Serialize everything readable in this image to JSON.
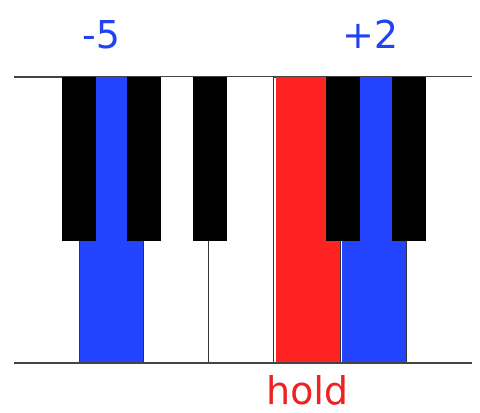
{
  "labels": {
    "left": "-5",
    "right": "+2",
    "bottom": "hold"
  },
  "colors": {
    "blue_highlight": "#2244ff",
    "red_highlight": "#ff2222",
    "label_blue": "#2244ee",
    "label_red": "#ee2222",
    "white_key": "#ffffff",
    "black_key": "#000000"
  },
  "keyboard": {
    "white_keys": [
      {
        "name": "white-key-1",
        "state": "blue"
      },
      {
        "name": "white-key-2",
        "state": "none"
      },
      {
        "name": "white-key-3",
        "state": "none"
      },
      {
        "name": "white-key-4",
        "state": "red"
      },
      {
        "name": "white-key-5",
        "state": "blue"
      },
      {
        "name": "white-key-6",
        "state": "none"
      }
    ],
    "black_keys": [
      {
        "name": "black-key-1",
        "state": "none"
      },
      {
        "name": "black-key-2",
        "state": "blue"
      },
      {
        "name": "black-key-3",
        "state": "none"
      },
      {
        "name": "black-key-4",
        "state": "none"
      },
      {
        "name": "black-key-5",
        "state": "none"
      },
      {
        "name": "black-key-6",
        "state": "blue"
      },
      {
        "name": "black-key-7",
        "state": "none"
      }
    ]
  }
}
